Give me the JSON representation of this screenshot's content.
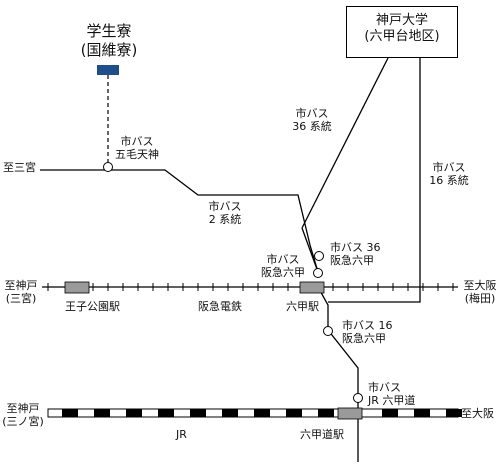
{
  "dorm": {
    "line1": "学生寮",
    "line2": "(国維寮)"
  },
  "university": {
    "line1": "神戸大学",
    "line2": "(六甲台地区)"
  },
  "west": {
    "sannomiya": "至三宮",
    "hankyu_line1": "至神戸",
    "hankyu_line2": "(三宮)",
    "jr_line1": "至神戸",
    "jr_line2": "(三ノ宮)"
  },
  "east": {
    "hankyu_line1": "至大阪",
    "hankyu_line2": "(梅田)",
    "jr": "至大阪"
  },
  "stations": {
    "oji_koen": "王子公園駅",
    "rokko": "六甲駅",
    "rokkomichi": "六甲道駅"
  },
  "railways": {
    "hankyu": "阪急電鉄",
    "jr": "JR"
  },
  "bus": {
    "gomo_line1": "市バス",
    "gomo_line2": "五毛天神",
    "route2_line1": "市バス",
    "route2_line2": "2 系統",
    "route36_line1": "市バス",
    "route36_line2": "36 系統",
    "route16_line1": "市バス",
    "route16_line2": "16 系統",
    "hankyu_rokko_line1": "市バス",
    "hankyu_rokko_line2": "阪急六甲",
    "stop36_line1": "市バス 36",
    "stop36_line2": "阪急六甲",
    "stop16_line1": "市バス 16",
    "stop16_line2": "阪急六甲",
    "jr_rokko_line1": "市バス",
    "jr_rokko_line2": "JR 六甲道"
  },
  "colors": {
    "dorm_marker": "#1f4e8c",
    "station_fill": "#9a9a9a",
    "line": "#000000"
  }
}
